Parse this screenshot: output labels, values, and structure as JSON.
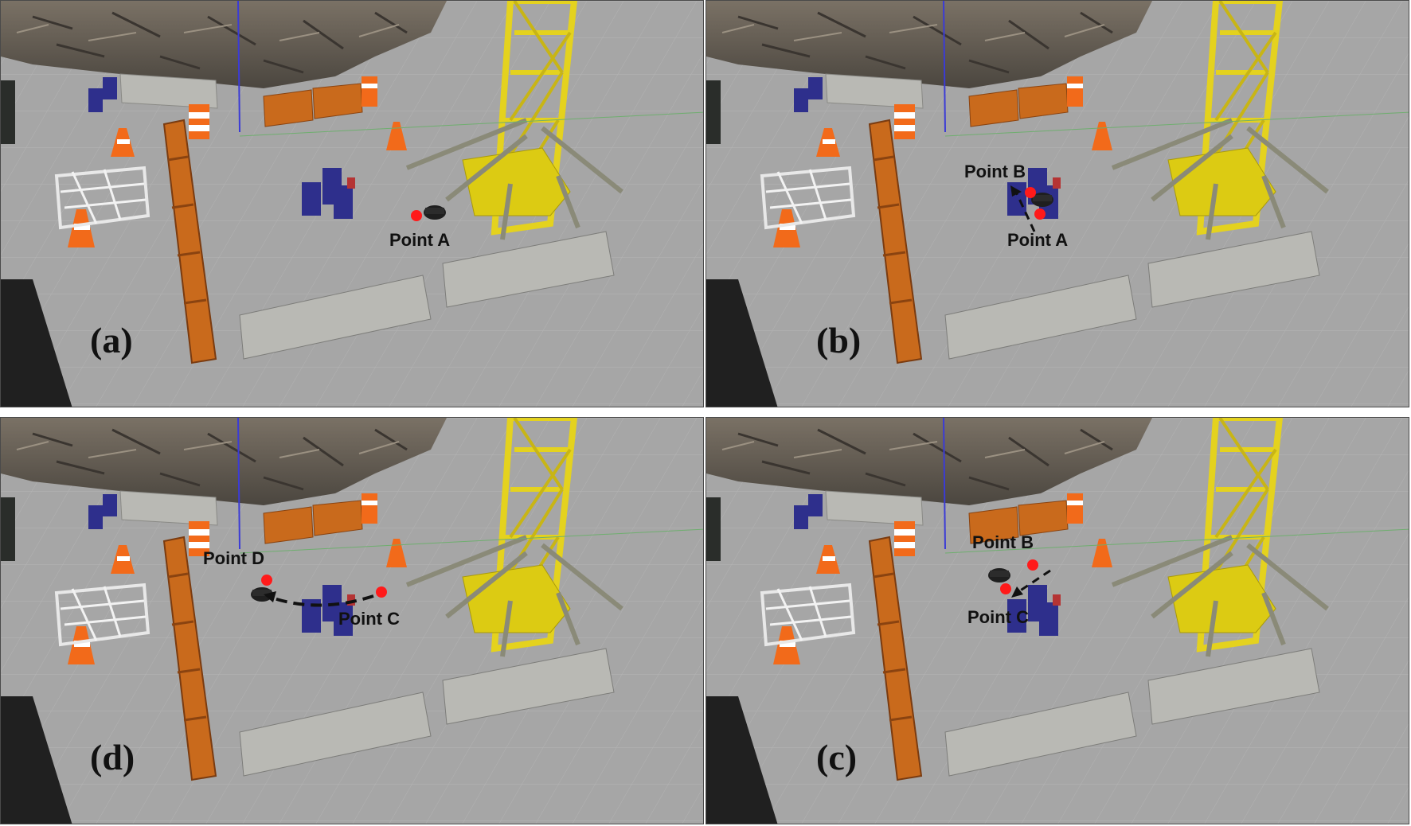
{
  "panels": [
    {
      "id": "a",
      "letter": "(a)",
      "labels": [
        "Point A"
      ]
    },
    {
      "id": "b",
      "letter": "(b)",
      "labels": [
        "Point B",
        "Point A"
      ]
    },
    {
      "id": "d",
      "letter": "(d)",
      "labels": [
        "Point D",
        "Point C"
      ]
    },
    {
      "id": "c",
      "letter": "(c)",
      "labels": [
        "Point B",
        "Point C"
      ]
    }
  ],
  "colors": {
    "ground": "#a6a6a6",
    "rubble": "#6e665c",
    "crane": "#e4d21e",
    "barrier": "#c96a1c",
    "concrete": "#b9b9b4",
    "barrel": "#2e2f8c",
    "cone": "#f26a1a",
    "point_marker": "#ff1a1a"
  },
  "icons": [
    "robot-icon",
    "traffic-cone-icon",
    "barrel-icon",
    "crane-tower-icon",
    "concrete-barrier-icon"
  ]
}
